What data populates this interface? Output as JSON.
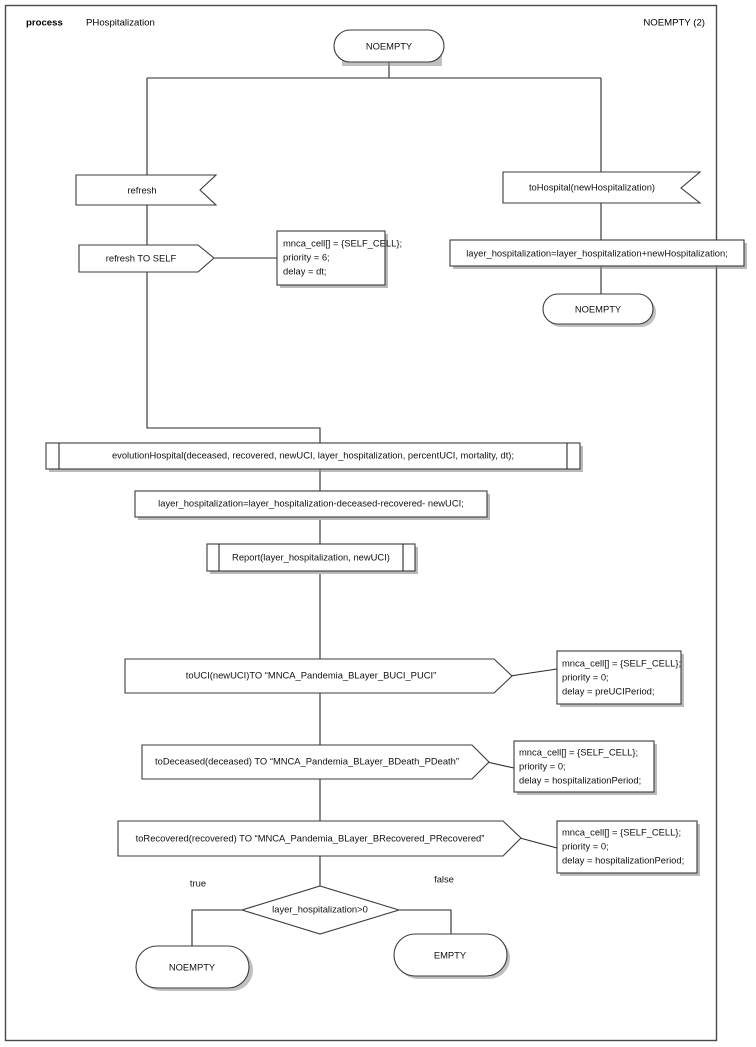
{
  "header": {
    "kind_label": "process",
    "process_name": "PHospitalization",
    "entry_state": "NOEMPTY (2)"
  },
  "nodes": {
    "start_terminal": "NOEMPTY",
    "refresh_input": "refresh",
    "refresh_to_self": "refresh TO SELF",
    "refresh_note": {
      "line1": "mnca_cell[] = {SELF_CELL};",
      "line2": "priority = 6;",
      "line3": "delay = dt;"
    },
    "to_hospital_input": "toHospital(newHospitalization)",
    "hospitalization_assign": "layer_hospitalization=layer_hospitalization+newHospitalization;",
    "right_terminal": "NOEMPTY",
    "evolution_hospital": "evolutionHospital(deceased, recovered, newUCI, layer_hospitalization, percentUCI, mortality, dt);",
    "layer_update": "layer_hospitalization=layer_hospitalization-deceased-recovered- newUCI;",
    "report": "Report(layer_hospitalization, newUCI)",
    "to_uci": "toUCI(newUCI)TO “MNCA_Pandemia_BLayer_BUCI_PUCI”",
    "to_uci_note": {
      "line1": "mnca_cell[] = {SELF_CELL};",
      "line2": "priority = 0;",
      "line3": "delay = preUCIPeriod;"
    },
    "to_deceased": "toDeceased(deceased) TO “MNCA_Pandemia_BLayer_BDeath_PDeath”",
    "to_deceased_note": {
      "line1": "mnca_cell[] = {SELF_CELL};",
      "line2": "priority = 0;",
      "line3": "delay = hospitalizationPeriod;"
    },
    "to_recovered": "toRecovered(recovered) TO “MNCA_Pandemia_BLayer_BRecovered_PRecovered”",
    "to_recovered_note": {
      "line1": "mnca_cell[] = {SELF_CELL};",
      "line2": "priority = 0;",
      "line3": "delay = hospitalizationPeriod;"
    },
    "decision": "layer_hospitalization>0",
    "branch_true_label": "true",
    "branch_false_label": "false",
    "end_terminal_true": "NOEMPTY",
    "end_terminal_false": "EMPTY"
  },
  "colors": {
    "stroke": "#3b3b3b",
    "connector": "#2b2b2b",
    "shadow": "#8c8c8c",
    "frame": "#4a4a4a",
    "background": "#ffffff",
    "text": "#111111"
  }
}
